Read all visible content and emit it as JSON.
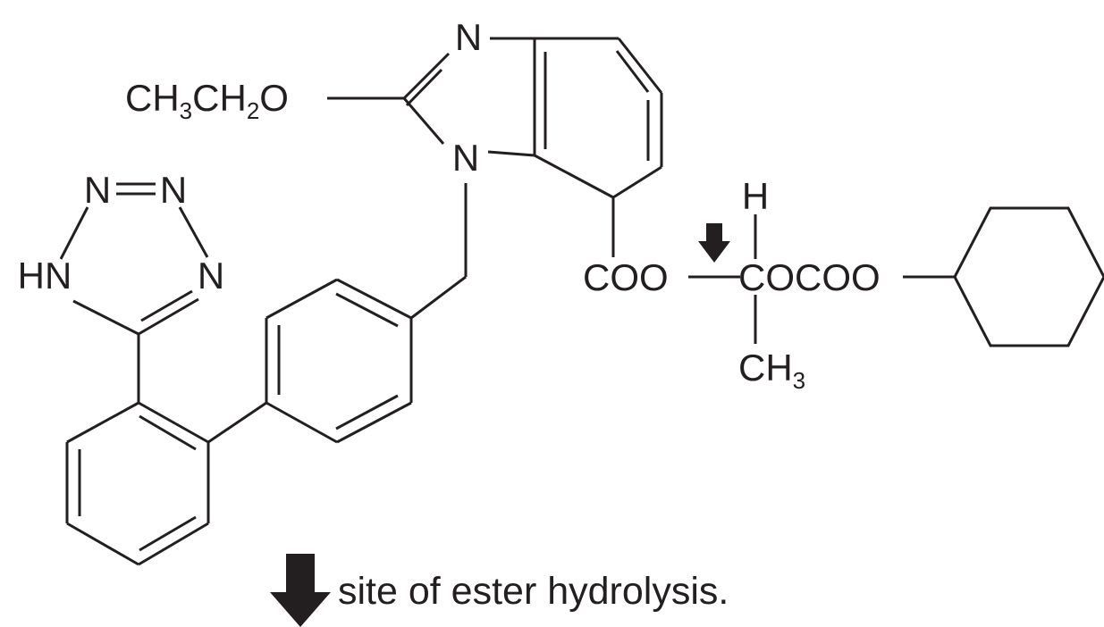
{
  "molecule": {
    "ethoxy": {
      "main_1": "CH",
      "sub_1": "3",
      "main_2": "CH",
      "sub_2": "2",
      "main_3": "O"
    },
    "imidazole_n_top": "N",
    "imidazole_n_bottom": "N",
    "tetrazole": {
      "n_top_left": "N",
      "n_top_right": "N",
      "nh_left": "HN",
      "n_right": "N"
    },
    "ester_left": "COO",
    "ester_h": "H",
    "ester_right": "COCOO",
    "methyl": {
      "main": "CH",
      "sub": "3"
    }
  },
  "legend": {
    "text": "site of ester hydrolysis."
  },
  "colors": {
    "ink": "#231f20",
    "background": "#ffffff"
  }
}
